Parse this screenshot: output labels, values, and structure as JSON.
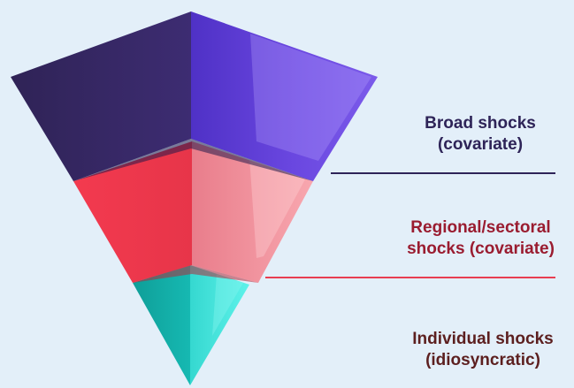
{
  "layers": [
    {
      "id": "broad",
      "label_line1": "Broad shocks",
      "label_line2": "(covariate)",
      "label_color": "#2e2458",
      "line_color": "#2e2458",
      "face_left_color": "#3a2a6b",
      "face_right_color": "#5d3fd6"
    },
    {
      "id": "regional",
      "label_line1": "Regional/sectoral",
      "label_line2": "shocks (covariate)",
      "label_color": "#9a1c30",
      "line_color": "#e83e52",
      "face_left_color": "#f0384d",
      "face_right_color": "#f59aa3"
    },
    {
      "id": "individual",
      "label_line1": "Individual shocks",
      "label_line2": "(idiosyncratic)",
      "label_color": "#5c1f1f",
      "line_color": "#14b8b0",
      "face_left_color": "#13b3ac",
      "face_right_color": "#3fe6df"
    }
  ],
  "background_color": "#e3eff9"
}
